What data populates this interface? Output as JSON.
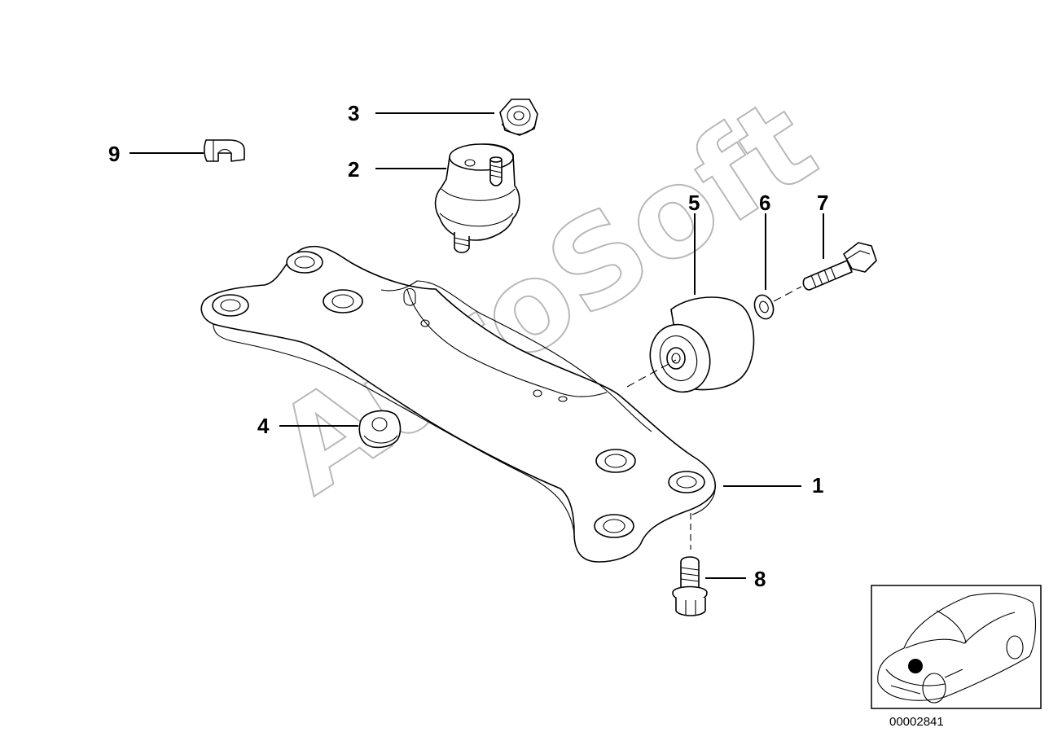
{
  "callouts": {
    "c1": "1",
    "c2": "2",
    "c3": "3",
    "c4": "4",
    "c5": "5",
    "c6": "6",
    "c7": "7",
    "c8": "8",
    "c9": "9"
  },
  "watermark": "AutoSoft",
  "thumbnail": {
    "diagram_id": "00002841"
  },
  "colors": {
    "line": "#000000",
    "background": "#ffffff",
    "watermark": "#b8b8b8"
  }
}
